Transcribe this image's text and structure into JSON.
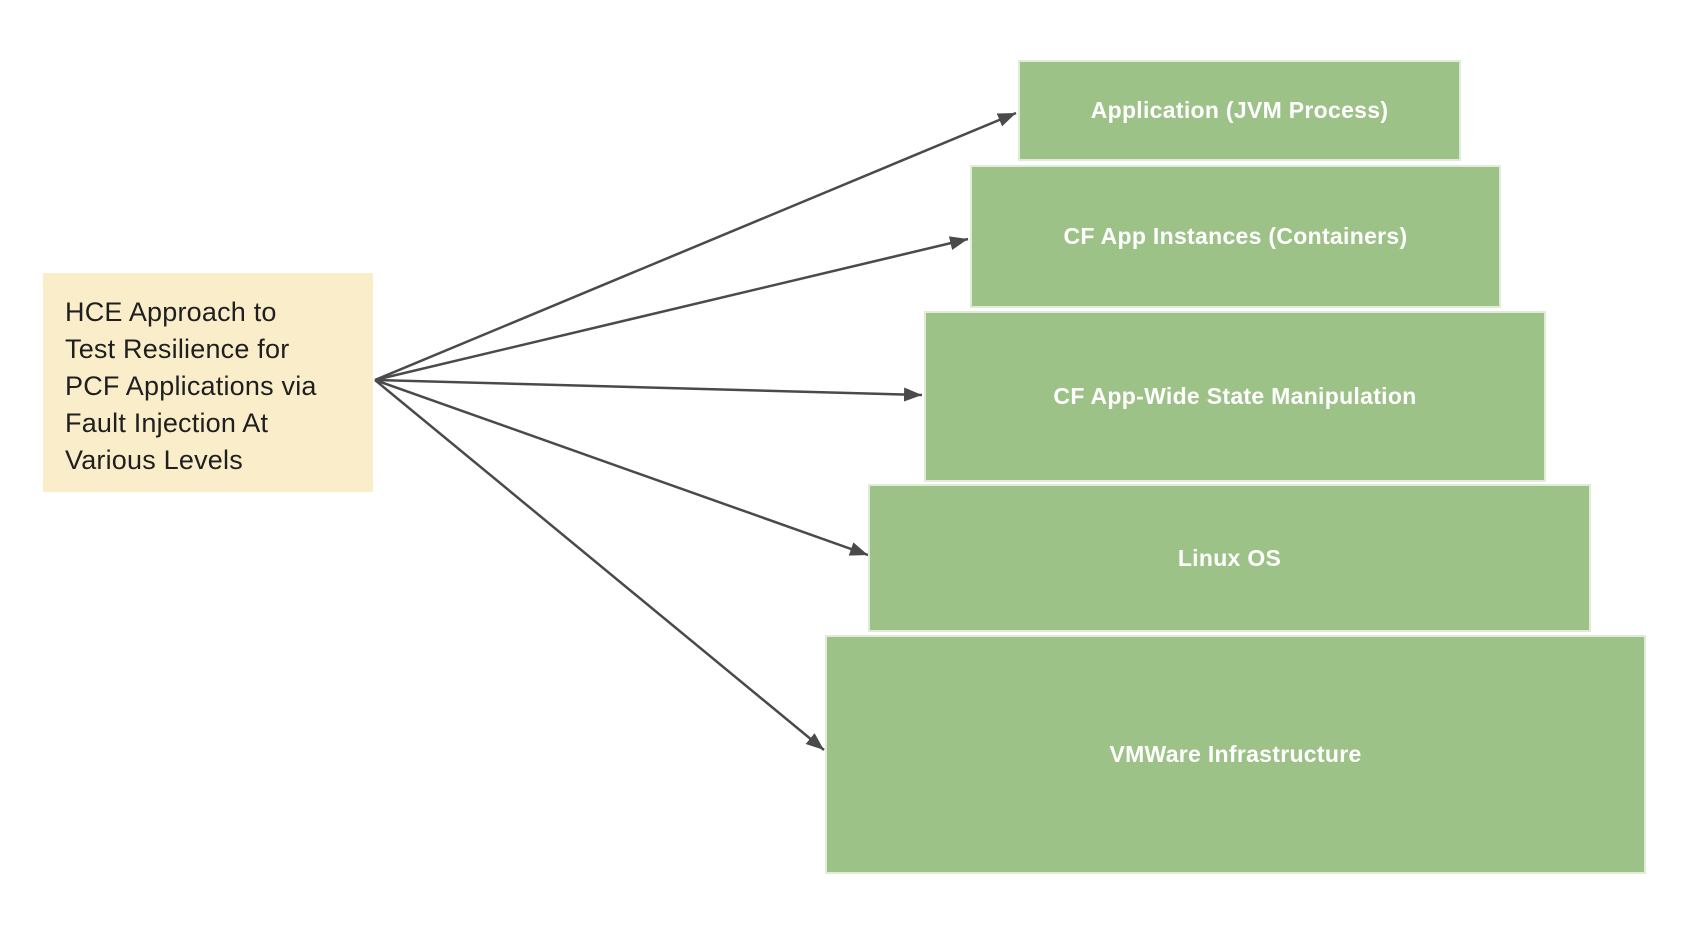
{
  "source_box": {
    "text": "HCE Approach to\nTest Resilience for\nPCF Applications via\nFault Injection At\nVarious Levels"
  },
  "levels": [
    {
      "label": "Application (JVM Process)"
    },
    {
      "label": "CF App Instances (Containers)"
    },
    {
      "label": "CF App-Wide State Manipulation"
    },
    {
      "label": "Linux OS"
    },
    {
      "label": "VMWare Infrastructure"
    }
  ],
  "colors": {
    "source_bg": "#F9EDCA",
    "source_text": "#1F1F1F",
    "level_fill": "#9DC288",
    "level_border": "#E0ECD7",
    "level_text": "#FFFFFF",
    "arrow": "#4A4A4A"
  }
}
